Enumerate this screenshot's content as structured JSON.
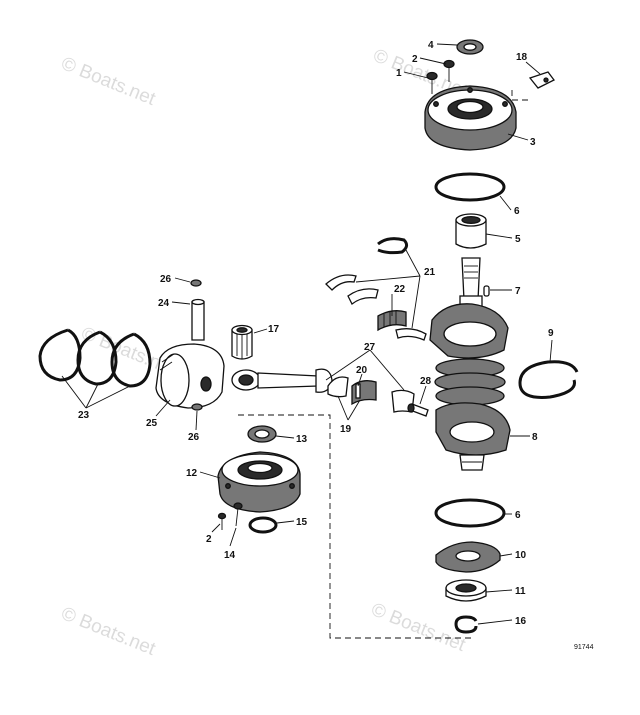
{
  "watermark": {
    "text": "© Boats.net"
  },
  "figure_ref": "91744",
  "callouts": {
    "c1": "1",
    "c2a": "2",
    "c2b": "2",
    "c3": "3",
    "c4": "4",
    "c5": "5",
    "c6a": "6",
    "c6b": "6",
    "c7": "7",
    "c8": "8",
    "c9": "9",
    "c10": "10",
    "c11": "11",
    "c12": "12",
    "c13": "13",
    "c14": "14",
    "c15": "15",
    "c16": "16",
    "c17": "17",
    "c18": "18",
    "c19": "19",
    "c20": "20",
    "c21": "21",
    "c22": "22",
    "c23": "23",
    "c24": "24",
    "c25": "25",
    "c26a": "26",
    "c26b": "26",
    "c27": "27",
    "c28": "28"
  }
}
